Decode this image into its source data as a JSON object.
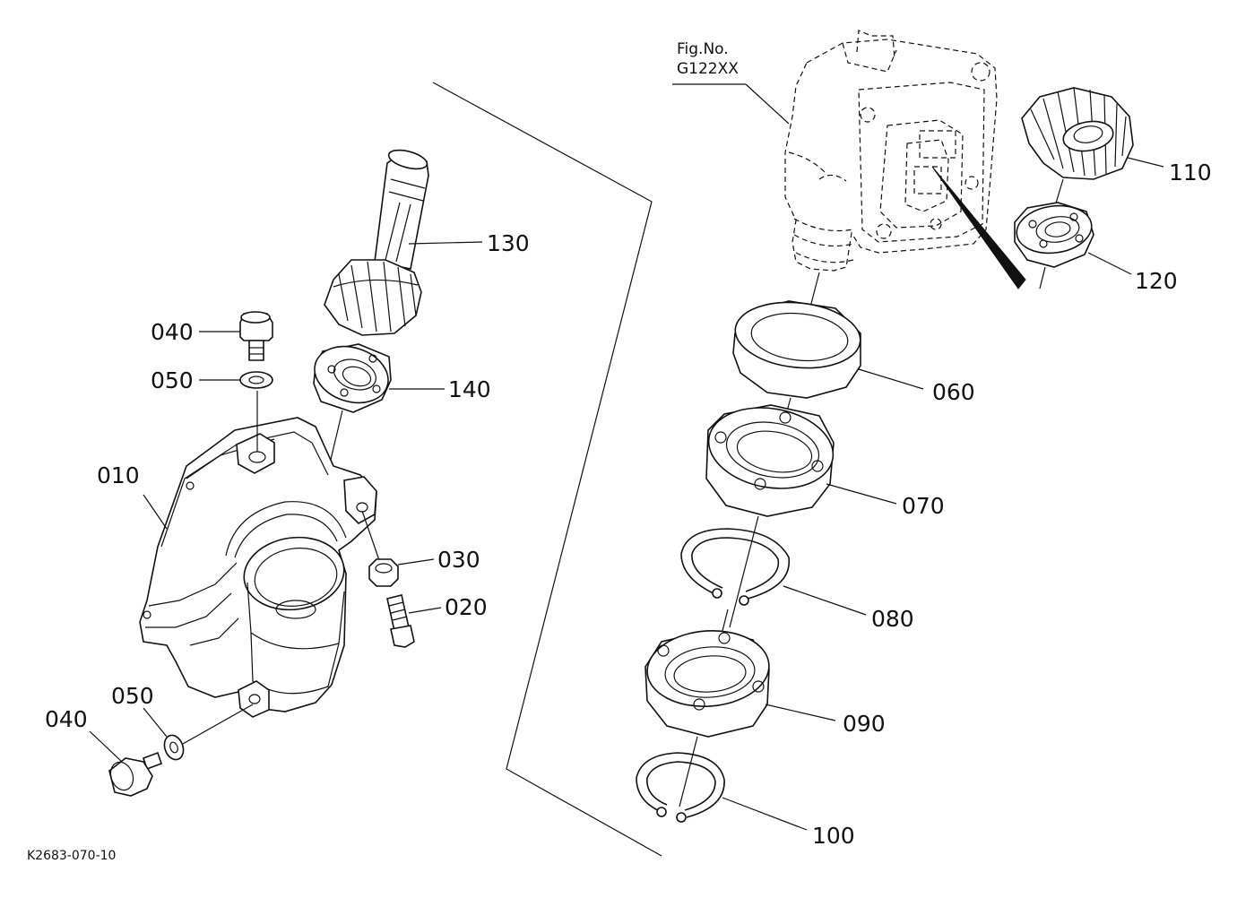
{
  "figure": {
    "fig_no_line1": "Fig.No.",
    "fig_no_line2": "G122XX",
    "drawing_id": "K2683-070-10"
  },
  "parts": {
    "p010": "010",
    "p020": "020",
    "p030": "030",
    "p040_top": "040",
    "p050_top": "050",
    "p040_bottom": "040",
    "p050_bottom": "050",
    "p060": "060",
    "p070": "070",
    "p080": "080",
    "p090": "090",
    "p100": "100",
    "p110": "110",
    "p120": "120",
    "p130": "130",
    "p140": "140"
  }
}
